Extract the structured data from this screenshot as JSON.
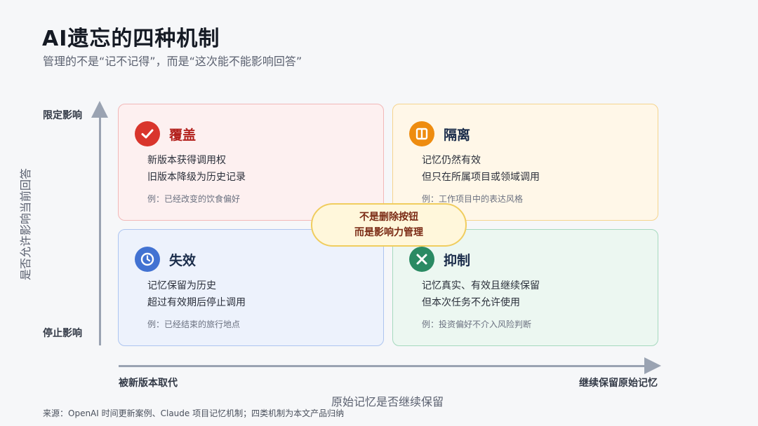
{
  "title": "AI遗忘的四种机制",
  "subtitle": "管理的不是“记不记得”，而是“这次能不能影响回答”",
  "y_axis": {
    "top_label": "限定影响",
    "bottom_label": "停止影响",
    "title": "是否允许影响当前回答"
  },
  "x_axis": {
    "left_label": "被新版本取代",
    "right_label": "继续保留原始记忆",
    "title": "原始记忆是否继续保留"
  },
  "quadrants": {
    "top_left": {
      "title": "覆盖",
      "icon": "check-icon",
      "color": "#d9352c",
      "line1": "新版本获得调用权",
      "line2": "旧版本降级为历史记录",
      "example": "例：已经改变的饮食偏好"
    },
    "top_right": {
      "title": "隔离",
      "icon": "pause-icon",
      "color": "#ee8c10",
      "line1": "记忆仍然有效",
      "line2": "但只在所属项目或领域调用",
      "example": "例：工作项目中的表达风格"
    },
    "bottom_left": {
      "title": "失效",
      "icon": "clock-icon",
      "color": "#4272d2",
      "line1": "记忆保留为历史",
      "line2": "超过有效期后停止调用",
      "example": "例：已经结束的旅行地点"
    },
    "bottom_right": {
      "title": "抑制",
      "icon": "x-icon",
      "color": "#2a8a63",
      "line1": "记忆真实、有效且继续保留",
      "line2": "但本次任务不允许使用",
      "example": "例：投资偏好不介入风险判断"
    }
  },
  "center_badge": {
    "line1": "不是删除按钮",
    "line2": "而是影响力管理"
  },
  "source": "来源：OpenAI 时间更新案例、Claude 项目记忆机制；四类机制为本文产品归纳"
}
